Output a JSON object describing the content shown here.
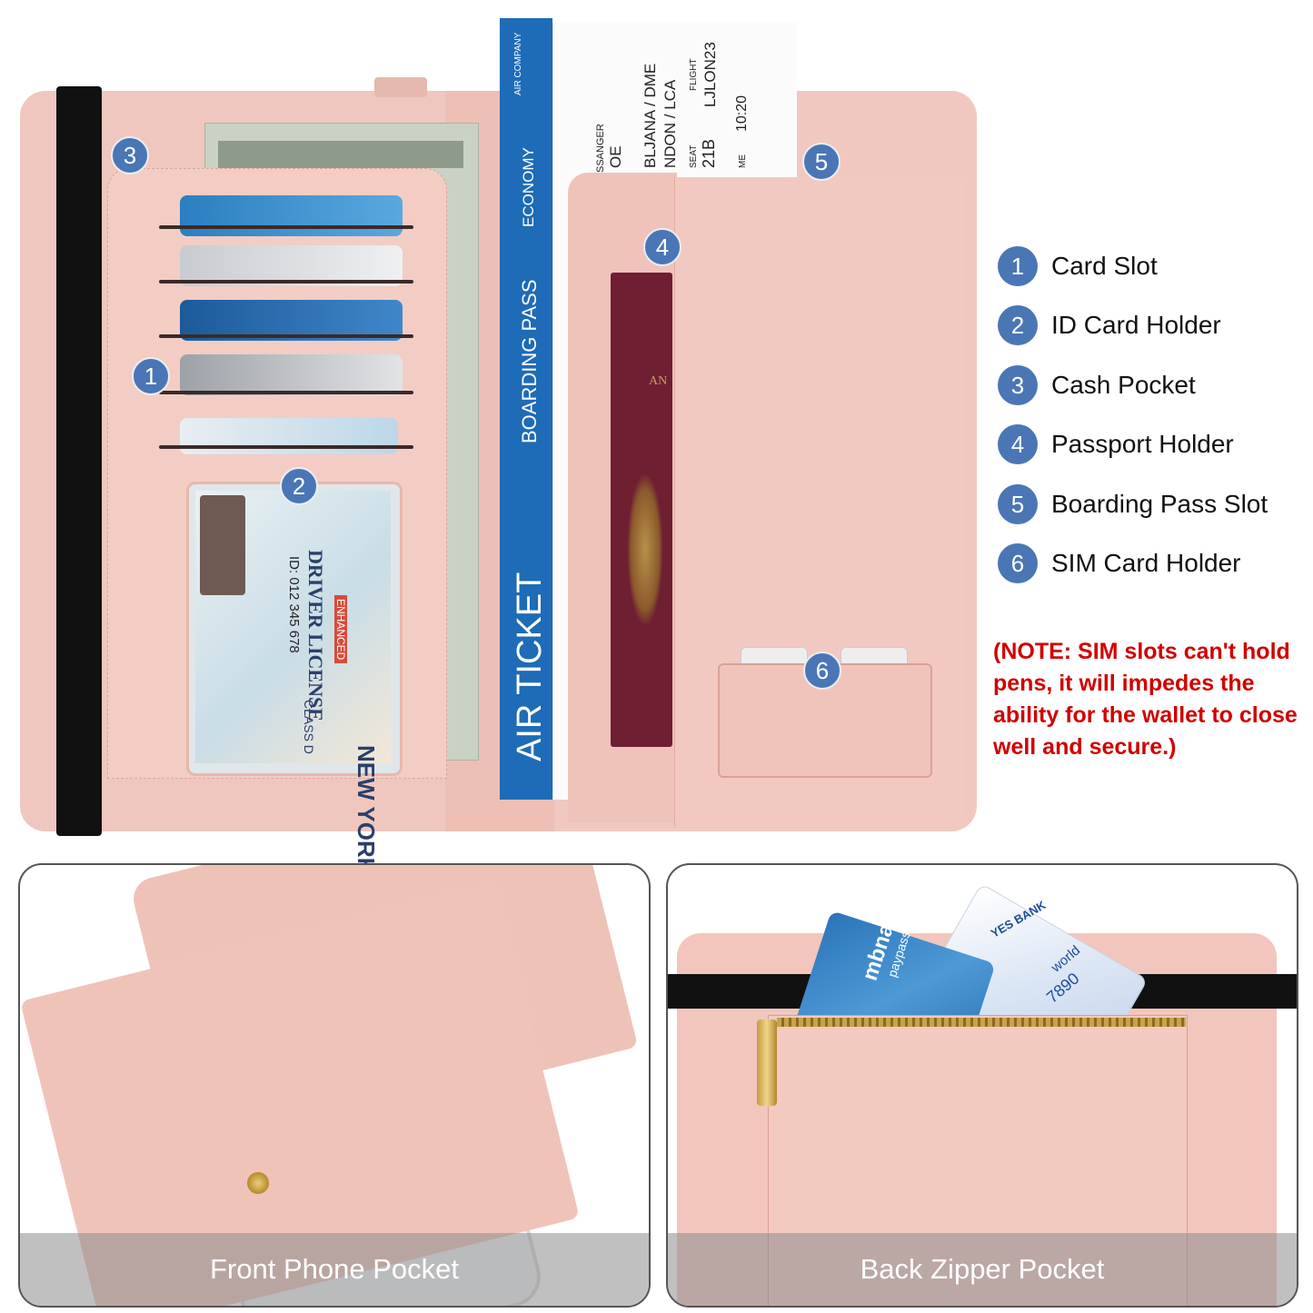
{
  "top_wallet": {
    "badges": [
      "1",
      "2",
      "3",
      "4",
      "5",
      "6"
    ],
    "boarding_pass": {
      "air_company": "AIR COMPANY",
      "class": "ECONOMY",
      "title": "BOARDING PASS",
      "ticket": "AIR TICKET"
    },
    "ticket_stub": {
      "passenger_label": "SSANGER",
      "passenger_value": "OE",
      "route_1": "BLJANA / DME",
      "route_2": "NDON   / LCA",
      "flight_label": "FLIGHT",
      "flight_value": "LJLON23",
      "seat_label": "SEAT",
      "seat_value": "21B",
      "time_label": "ME",
      "time_value": "10:20"
    },
    "license": {
      "state": "NEW YORK STATE",
      "type": "DRIVER LICENSE",
      "enhanced": "ENHANCED",
      "class": "CLASS D",
      "id": "ID: 012 345 678"
    },
    "passport_text": "AN"
  },
  "legend": {
    "items": [
      {
        "num": "1",
        "label": "Card Slot"
      },
      {
        "num": "2",
        "label": "ID Card Holder"
      },
      {
        "num": "3",
        "label": "Cash Pocket"
      },
      {
        "num": "4",
        "label": "Passport Holder"
      },
      {
        "num": "5",
        "label": "Boarding Pass Slot"
      },
      {
        "num": "6",
        "label": "SIM Card Holder"
      }
    ],
    "note": "(NOTE: SIM slots can't hold pens, it will impedes the ability for the wallet to close well and secure.)"
  },
  "panels": {
    "left_caption": "Front Phone Pocket",
    "right_caption": "Back Zipper Pocket",
    "card_front_brand": "mbna",
    "card_front_sub": "paypass",
    "card_back_brand": "YES BANK",
    "card_back_sub": "world",
    "card_back_number": "7890"
  },
  "colors": {
    "leather": "#efc7be",
    "badge": "#4a76b5",
    "boarding_pass": "#1e6bb7",
    "note": "#d10000"
  }
}
